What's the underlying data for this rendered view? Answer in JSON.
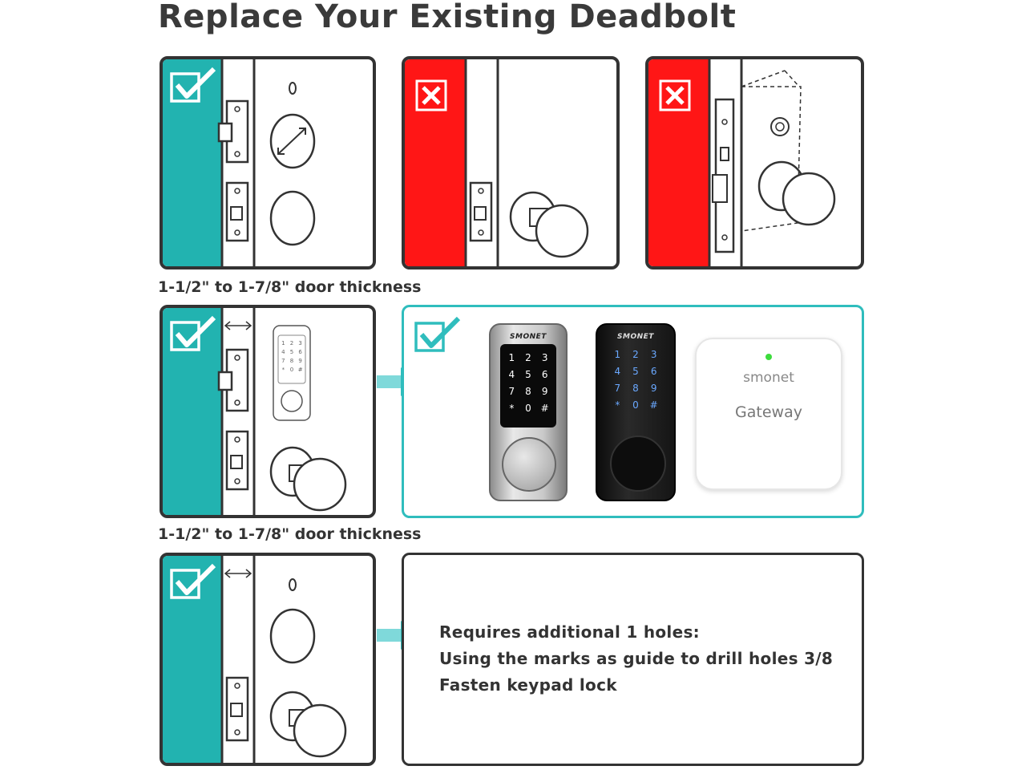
{
  "title": "Replace Your Existing Deadbolt",
  "captions": {
    "row1": "1-1/2\" to 1-7/8\" door thickness",
    "row2": "1-1/2\" to 1-7/8\" door thickness"
  },
  "colors": {
    "ok": "#22b3b0",
    "bad": "#ff1616",
    "frame": "#333333",
    "accent_border": "#2fbdbd"
  },
  "icons": {
    "ok_mark": "checkmark-icon",
    "bad_mark": "x-mark-icon"
  },
  "keypad": [
    "1",
    "2",
    "3",
    "4",
    "5",
    "6",
    "7",
    "8",
    "9",
    "*",
    "0",
    "#"
  ],
  "lock_brand": "SMONET",
  "gateway": {
    "brand": "smonet",
    "label": "Gateway"
  },
  "requirements": [
    "Requires additional 1 holes:",
    "Using the marks as guide to drill holes 3/8",
    "Fasten keypad lock"
  ]
}
